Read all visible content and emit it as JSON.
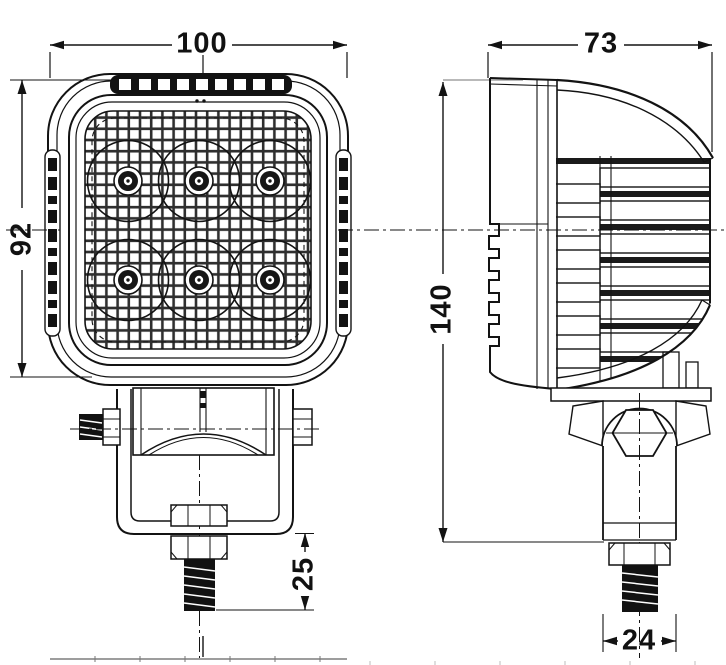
{
  "drawing": {
    "dimensions": {
      "front_width": "100",
      "front_height": "92",
      "front_stud_length": "25",
      "side_depth": "73",
      "side_height": "140",
      "side_stud_width": "24"
    },
    "colors": {
      "line": "#131313",
      "background": "#ffffff",
      "lens_grid": "#2f2f2f",
      "sheet_border": "#8f8f8f"
    }
  }
}
